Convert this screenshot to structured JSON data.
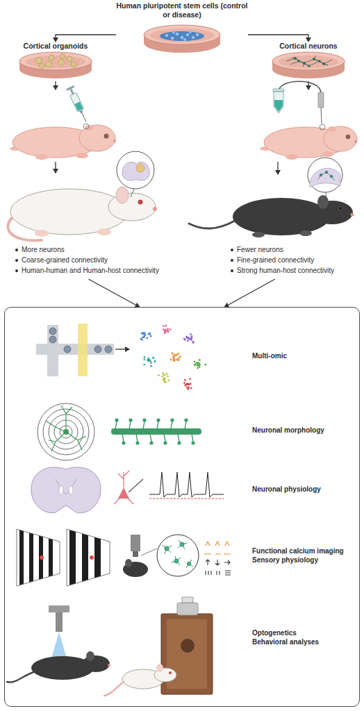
{
  "diagram": {
    "nodes": [
      {
        "text": [
          "Human pluripotent stem cells (control or disease)"
        ]
      },
      {
        "text": [
          "Cortical organoids"
        ]
      },
      {
        "text": [
          "Cortical neurons"
        ]
      },
      {
        "text": [
          "More neurons",
          "Coarse-grained connectivity",
          "Human-human and Human-host connectivity"
        ]
      },
      {
        "text": [
          "Fewer neurons",
          "Fine-grained connectivity",
          "Strong human-host connectivity"
        ]
      },
      {
        "text": []
      },
      {
        "text": [
          "Multi-omic"
        ],
        "in": 5
      },
      {
        "text": [
          "Neuronal morphology"
        ],
        "in": 5
      },
      {
        "text": [
          "Neuronal physiology"
        ],
        "in": 5
      },
      {
        "text": [
          "Functional calcium imaging",
          "Sensory physiology"
        ],
        "in": 5
      },
      {
        "text": [
          "Optogenetics",
          "Behavioral analyses"
        ],
        "in": 5
      }
    ],
    "edges": [
      {
        "from": 0,
        "to": 1,
        "arrow": "to"
      },
      {
        "from": 0,
        "to": 2,
        "arrow": "to"
      },
      {
        "from": 3,
        "to": 5,
        "arrow": "to"
      },
      {
        "from": 4,
        "to": 5,
        "arrow": "to"
      }
    ]
  }
}
